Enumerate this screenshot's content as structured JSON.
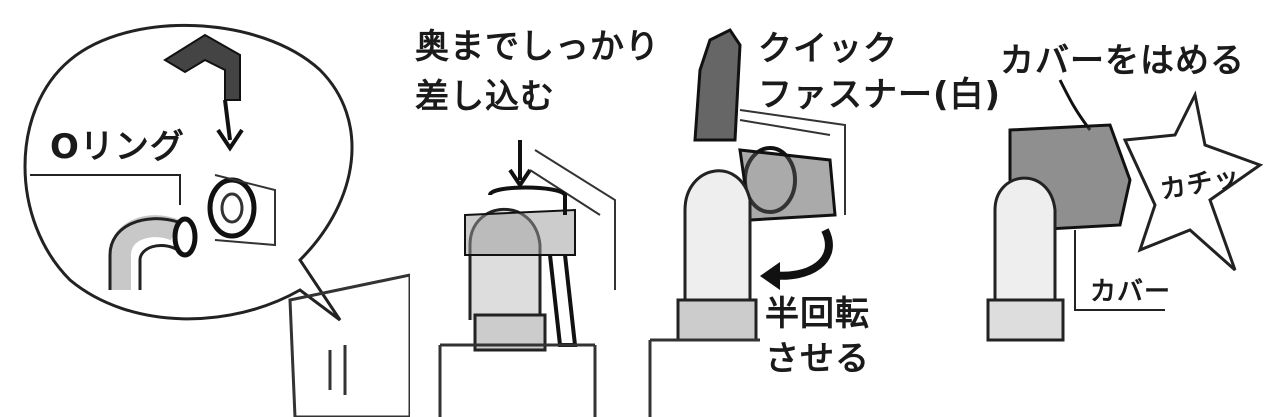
{
  "steps": [
    {
      "label": "Oリング"
    },
    {
      "label_line1": "奥までしっかり",
      "label_line2": "差し込む"
    },
    {
      "label_line1": "クイック",
      "label_line2": "ファスナー(白)",
      "rotate_line1": "半回転",
      "rotate_line2": "させる"
    },
    {
      "label": "カバーをはめる",
      "click_sound": "カチッ",
      "cover_label": "カバー"
    }
  ],
  "colors": {
    "ink": "#1a1a1a",
    "paper": "#ffffff",
    "shade": "#555555"
  }
}
